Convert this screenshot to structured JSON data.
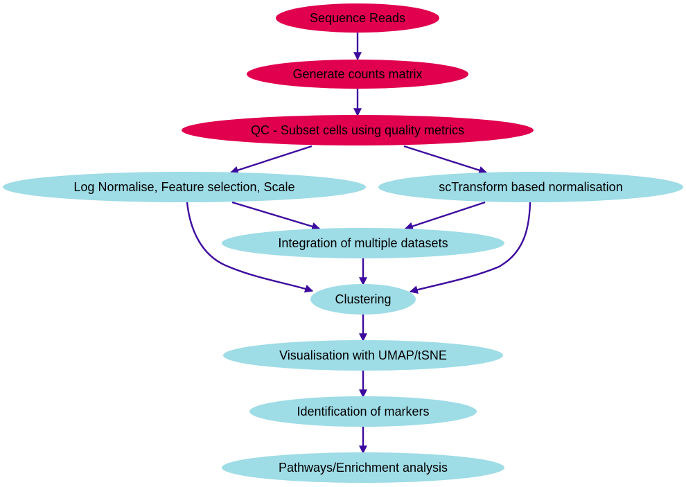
{
  "colors": {
    "primary_fill": "#e0004d",
    "secondary_fill": "#9edce6",
    "edge": "#3d0a9e"
  },
  "nodes": {
    "sequence_reads": "Sequence Reads",
    "counts_matrix": "Generate counts matrix",
    "qc": "QC - Subset cells using quality metrics",
    "log_normalise": "Log Normalise, Feature selection, Scale",
    "sctransform": "scTransform based normalisation",
    "integration": "Integration of multiple datasets",
    "clustering": "Clustering",
    "visualisation": "Visualisation with UMAP/tSNE",
    "markers": "Identification of markers",
    "pathways": "Pathways/Enrichment analysis"
  },
  "edges": [
    {
      "from": "sequence_reads",
      "to": "counts_matrix"
    },
    {
      "from": "counts_matrix",
      "to": "qc"
    },
    {
      "from": "qc",
      "to": "log_normalise"
    },
    {
      "from": "qc",
      "to": "sctransform"
    },
    {
      "from": "log_normalise",
      "to": "integration"
    },
    {
      "from": "sctransform",
      "to": "integration"
    },
    {
      "from": "log_normalise",
      "to": "clustering"
    },
    {
      "from": "sctransform",
      "to": "clustering"
    },
    {
      "from": "integration",
      "to": "clustering"
    },
    {
      "from": "clustering",
      "to": "visualisation"
    },
    {
      "from": "visualisation",
      "to": "markers"
    },
    {
      "from": "markers",
      "to": "pathways"
    }
  ]
}
